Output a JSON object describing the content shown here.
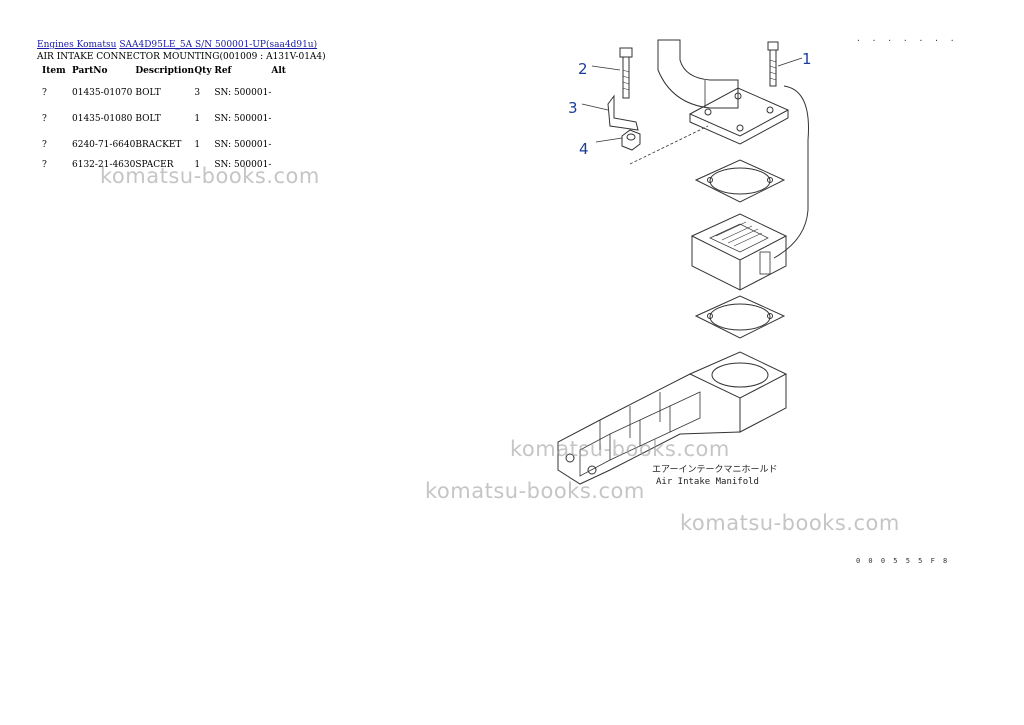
{
  "breadcrumb": {
    "link1": "Engines Komatsu",
    "link2": "SAA4D95LE_5A S/N 500001-UP(saa4d91u)"
  },
  "page_title": "AIR INTAKE CONNECTOR MOUNTING(001009 : A131V-01A4)",
  "table": {
    "headers": [
      "Item",
      "PartNo",
      "Description",
      "Qty",
      "Ref",
      "Alt"
    ],
    "rows": [
      {
        "item": "?",
        "part_no": "01435-01070",
        "description": "BOLT",
        "qty": "3",
        "ref": "SN: 500001-",
        "alt": ""
      },
      {
        "item": "?",
        "part_no": "01435-01080",
        "description": "BOLT",
        "qty": "1",
        "ref": "SN: 500001-",
        "alt": ""
      },
      {
        "item": "?",
        "part_no": "6240-71-6640",
        "description": "BRACKET",
        "qty": "1",
        "ref": "SN: 500001-",
        "alt": ""
      },
      {
        "item": "?",
        "part_no": "6132-21-4630",
        "description": "SPACER",
        "qty": "1",
        "ref": "SN: 500001-",
        "alt": ""
      }
    ]
  },
  "diagram": {
    "callouts": [
      "1",
      "2",
      "3",
      "4"
    ],
    "label_jp": "エアーインテークマニホールド",
    "label_en": "Air Intake Manifold",
    "top_right_marks": ". . . . . . .",
    "drawing_code": "0 0 0 5 5 5 F 8"
  },
  "watermarks": [
    "komatsu-books.com",
    "komatsu-books.com",
    "komatsu-books.com",
    "komatsu-books.com"
  ],
  "colors": {
    "link": "#1a1aa6",
    "callout": "#1a3ea0",
    "watermark": "#969696"
  }
}
